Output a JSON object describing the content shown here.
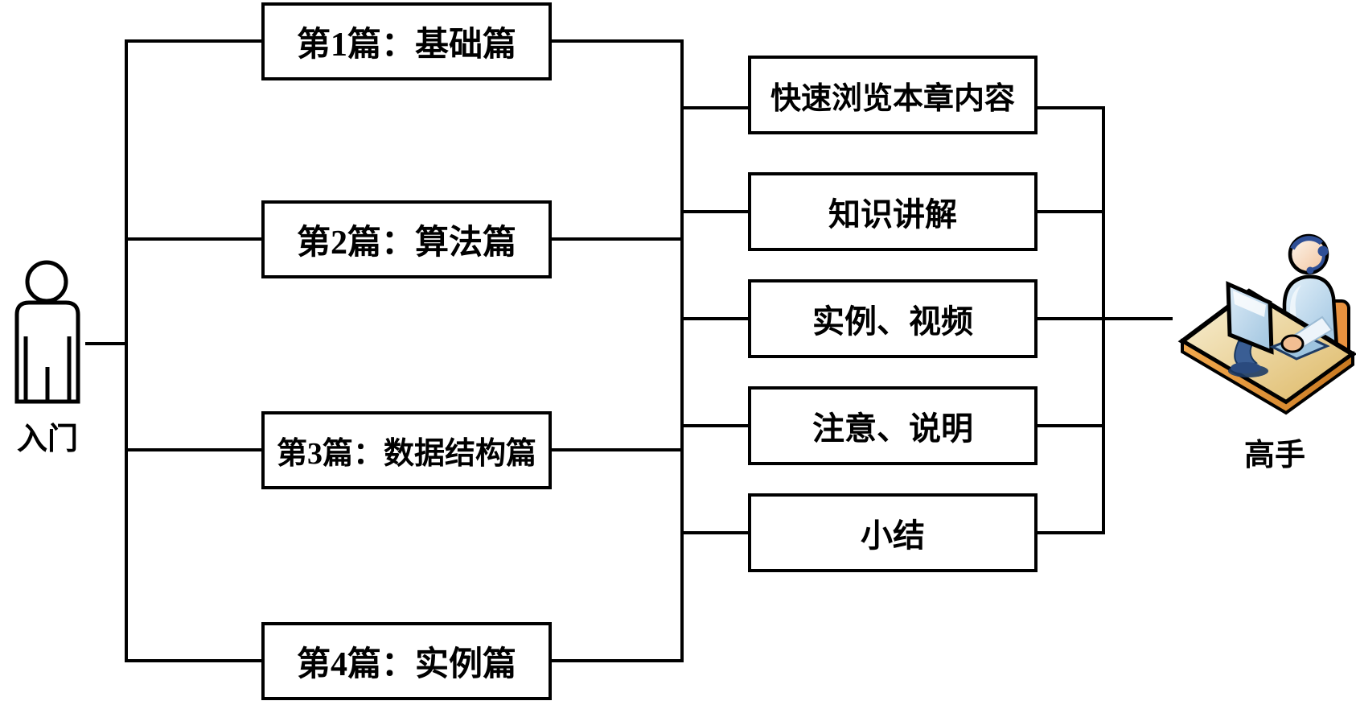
{
  "beginner": {
    "label": "入门"
  },
  "expert": {
    "label": "高手"
  },
  "parts": {
    "items": [
      {
        "label": "第1篇：基础篇"
      },
      {
        "label": "第2篇：算法篇"
      },
      {
        "label": "第3篇：数据结构篇"
      },
      {
        "label": "第4篇：实例篇"
      }
    ]
  },
  "chapter_elements": {
    "items": [
      {
        "label": "快速浏览本章内容"
      },
      {
        "label": "知识讲解"
      },
      {
        "label": "实例、视频"
      },
      {
        "label": "注意、说明"
      },
      {
        "label": "小结"
      }
    ]
  },
  "colors": {
    "line": "#000000",
    "box_fill": "#ffffff",
    "box_border": "#000000",
    "desk_top": "#EBD495",
    "desk_edge": "#E0903A",
    "chair": "#E8923F",
    "monitor_screen": "#BAD7EC",
    "person_body": "#C9E0F0",
    "skin": "#F2C29B",
    "headset": "#2F4F96"
  }
}
